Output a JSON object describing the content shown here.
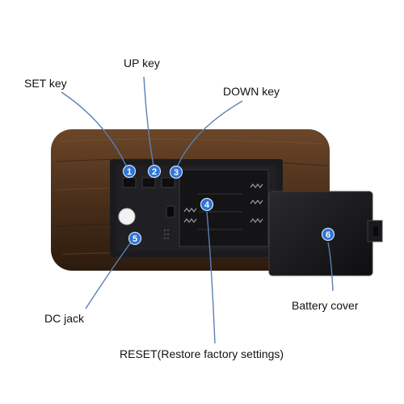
{
  "labels": {
    "set_key": "SET key",
    "up_key": "UP key",
    "down_key": "DOWN key",
    "dc_jack": "DC jack",
    "battery_cover": "Battery cover",
    "reset": "RESET(Restore factory settings)"
  },
  "markers": [
    "1",
    "2",
    "3",
    "4",
    "5",
    "6"
  ],
  "colors": {
    "wood_dark": "#3a2514",
    "wood_mid": "#5a3a22",
    "panel": "#1b1b1d",
    "cover": "#141416",
    "marker_fill": "#2f74d6",
    "leader": "#5b7fb5"
  }
}
